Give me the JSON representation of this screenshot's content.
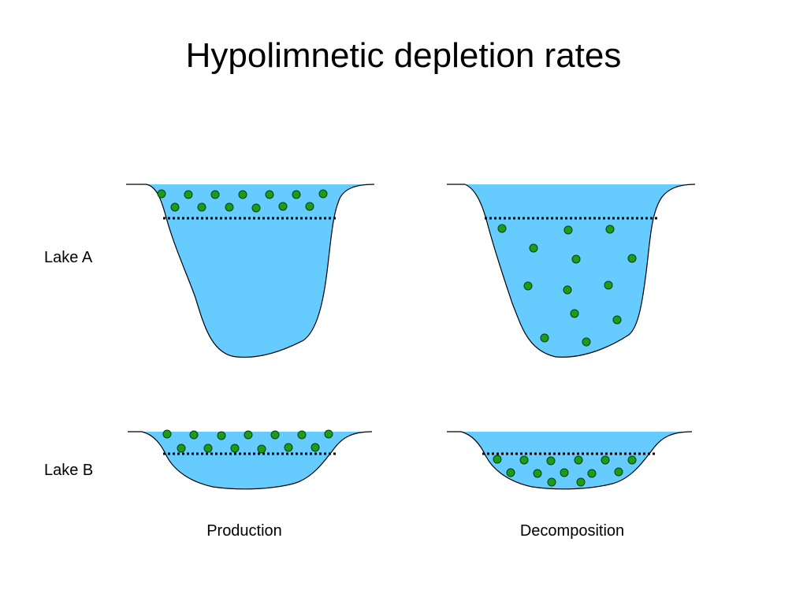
{
  "title": "Hypolimnetic depletion rates",
  "rows": [
    {
      "label": "Lake A"
    },
    {
      "label": "Lake B"
    }
  ],
  "columns": [
    {
      "label": "Production"
    },
    {
      "label": "Decomposition"
    }
  ],
  "colors": {
    "water": "#66ccff",
    "outline": "#000000",
    "particle": "#1a9e1a",
    "particle_outline": "#0a3d0a",
    "thermocline": "#000000"
  }
}
